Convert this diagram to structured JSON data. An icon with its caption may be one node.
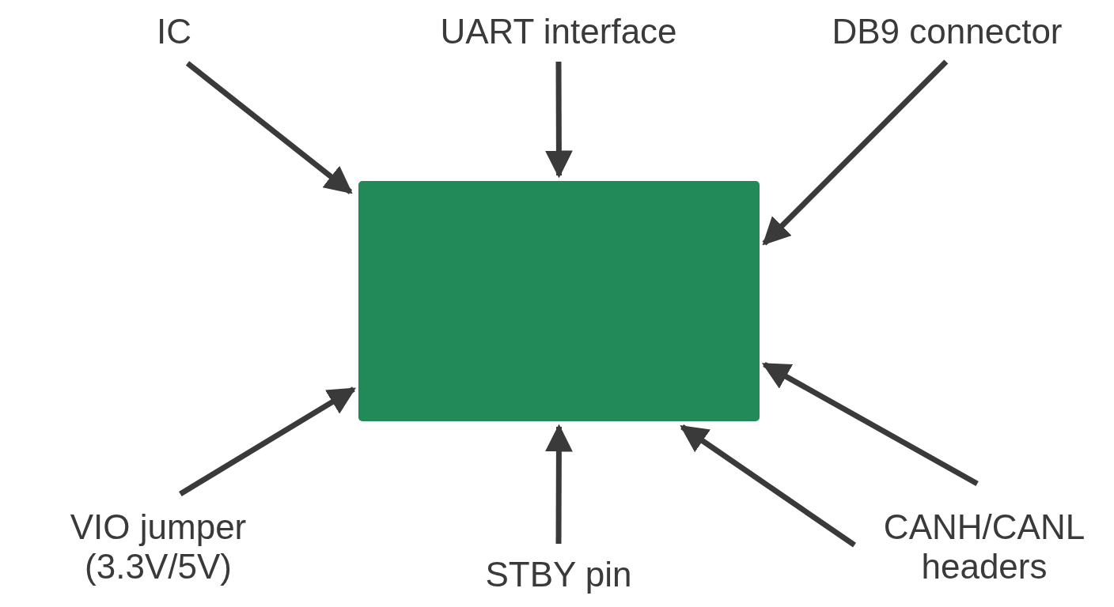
{
  "diagram": {
    "nodes": [
      {
        "text": [],
        "shape": "box"
      },
      {
        "text": [
          "IC"
        ]
      },
      {
        "text": [
          "UART interface"
        ]
      },
      {
        "text": [
          "DB9 connector"
        ]
      },
      {
        "text": [
          "VIO jumper (3.3V/5V)"
        ]
      },
      {
        "text": [
          "STBY pin"
        ]
      },
      {
        "text": [
          "CANH/CANL headers"
        ]
      }
    ],
    "edges": [
      {
        "from": 1,
        "to": 0,
        "arrow": "to"
      },
      {
        "from": 2,
        "to": 0,
        "arrow": "to"
      },
      {
        "from": 3,
        "to": 0,
        "arrow": "to"
      },
      {
        "from": 4,
        "to": 0,
        "arrow": "to"
      },
      {
        "from": 5,
        "to": 0,
        "arrow": "to"
      },
      {
        "from": 6,
        "to": 0,
        "arrow": "to"
      },
      {
        "from": 6,
        "to": 0,
        "arrow": "to"
      }
    ]
  }
}
